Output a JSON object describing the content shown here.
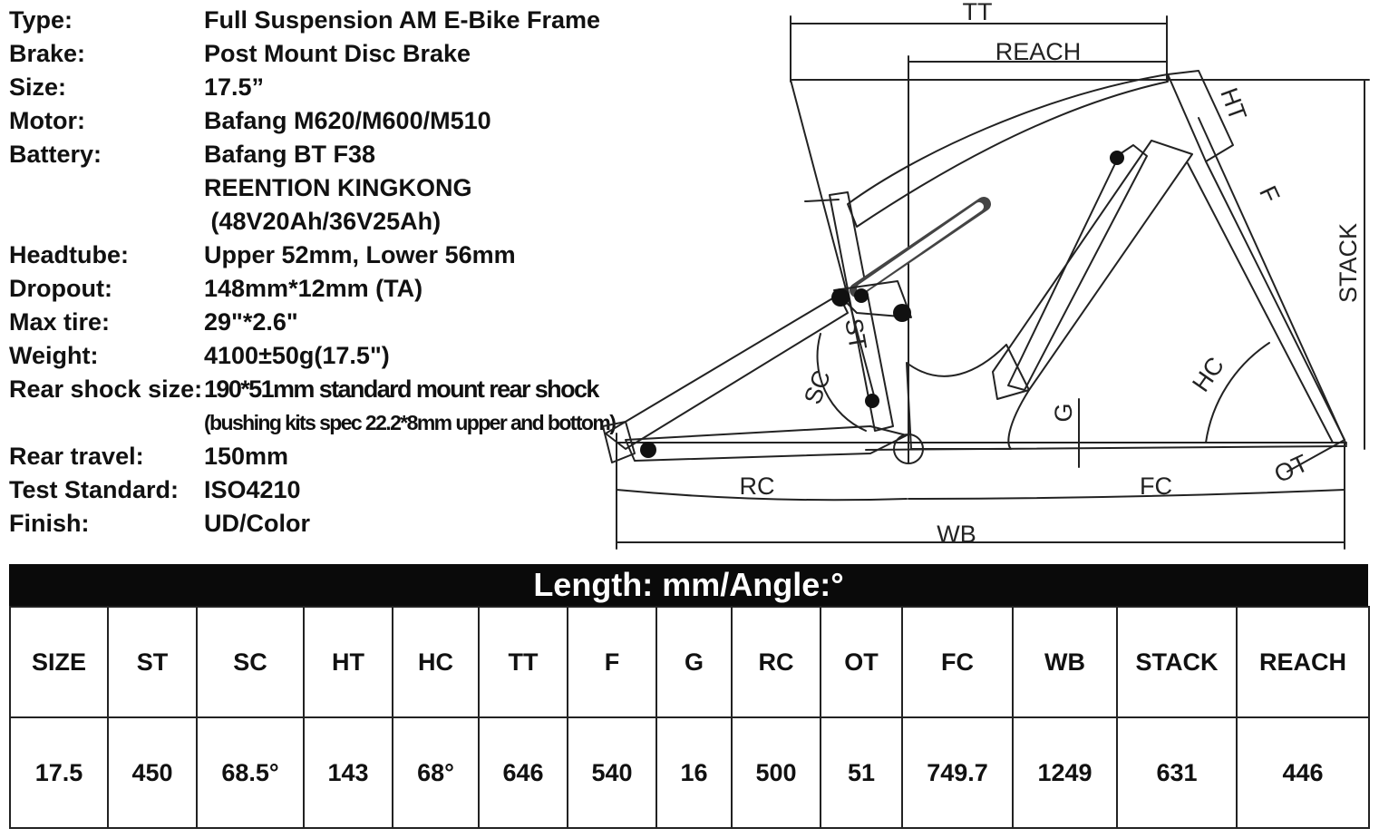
{
  "specs": [
    {
      "label": "Type:",
      "value": "Full Suspension AM E-Bike Frame"
    },
    {
      "label": "Brake:",
      "value": "Post Mount Disc Brake"
    },
    {
      "label": "Size:",
      "value": "17.5”"
    },
    {
      "label": "Motor:",
      "value": "Bafang M620/M600/M510"
    },
    {
      "label": "Battery:",
      "value": "Bafang BT F38"
    },
    {
      "label": "",
      "value": "REENTION KINGKONG"
    },
    {
      "label": "",
      "value": " (48V20Ah/36V25Ah)"
    },
    {
      "label": "Headtube:",
      "value": "Upper 52mm, Lower 56mm"
    },
    {
      "label": "Dropout:",
      "value": "148mm*12mm (TA)"
    },
    {
      "label": "Max tire:",
      "value": "29\"*2.6\""
    },
    {
      "label": "Weight:",
      "value": "4100±50g(17.5\")"
    },
    {
      "label": "Rear shock size:",
      "value": "190*51mm standard mount rear shock"
    },
    {
      "label": "",
      "value": "(bushing kits spec 22.2*8mm upper and bottom)"
    },
    {
      "label": "Rear travel:",
      "value": "150mm"
    },
    {
      "label": "Test Standard:",
      "value": "ISO4210"
    },
    {
      "label": "Finish:",
      "value": "UD/Color"
    }
  ],
  "diagram": {
    "labels": {
      "tt": "TT",
      "reach": "REACH",
      "ht": "HT",
      "f": "F",
      "stack": "STACK",
      "hc": "HC",
      "st": "ST",
      "sc": "SC",
      "g": "G",
      "rc": "RC",
      "fc": "FC",
      "ot": "OT",
      "wb": "WB"
    }
  },
  "table": {
    "title": "Length: mm/Angle:°",
    "headers": [
      "SIZE",
      "ST",
      "SC",
      "HT",
      "HC",
      "TT",
      "F",
      "G",
      "RC",
      "OT",
      "FC",
      "WB",
      "STACK",
      "REACH"
    ],
    "values": [
      "17.5",
      "450",
      "68.5°",
      "143",
      "68°",
      "646",
      "540",
      "16",
      "500",
      "51",
      "749.7",
      "1249",
      "631",
      "446"
    ]
  }
}
